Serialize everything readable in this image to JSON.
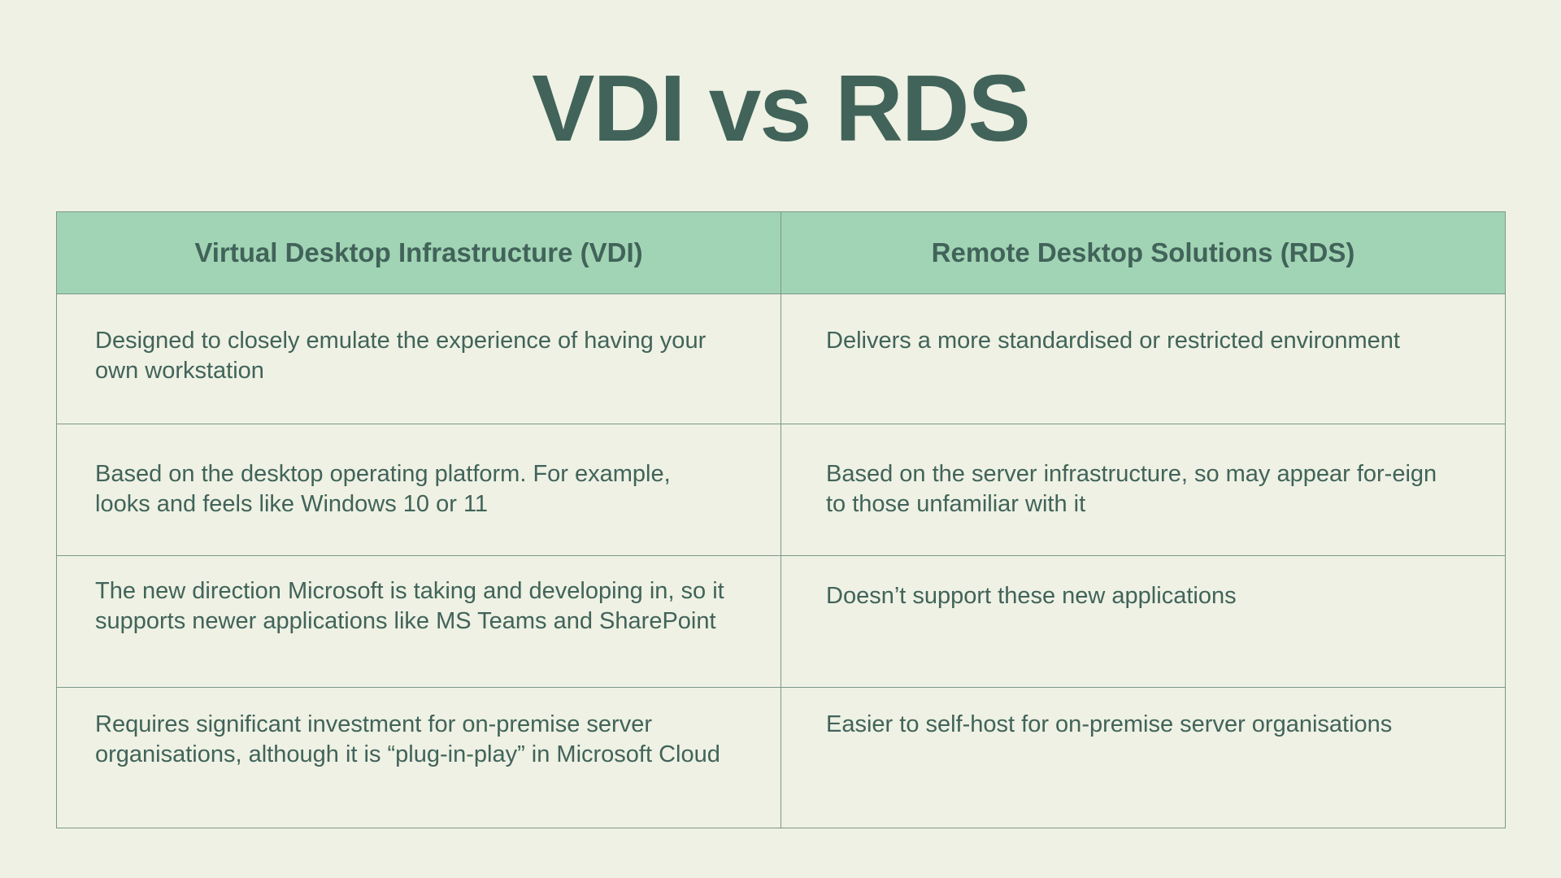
{
  "title": "VDI vs RDS",
  "colors": {
    "background": "#EEF1E3",
    "header_fill": "#A1D4B4",
    "text": "#41635A",
    "border": "#7C978A"
  },
  "table": {
    "columns": [
      "Virtual Desktop Infrastructure (VDI)",
      "Remote Desktop Solutions (RDS)"
    ],
    "rows": [
      {
        "vdi": "Designed to closely emulate the experience of having your own workstation",
        "rds": "Delivers a more standardised or restricted environment"
      },
      {
        "vdi": "Based on the desktop operating platform. For example, looks and feels like Windows 10 or 11",
        "rds": "Based on the server infrastructure, so may appear for-eign to those unfamiliar with it"
      },
      {
        "vdi": "The new direction Microsoft is taking and developing in, so it supports newer applications like MS Teams and SharePoint",
        "rds": "Doesn’t support these new applications"
      },
      {
        "vdi": "Requires significant investment for on-premise server organisations, although it is “plug-in-play” in Microsoft Cloud",
        "rds": "Easier to self-host for on-premise server organisations"
      }
    ]
  }
}
